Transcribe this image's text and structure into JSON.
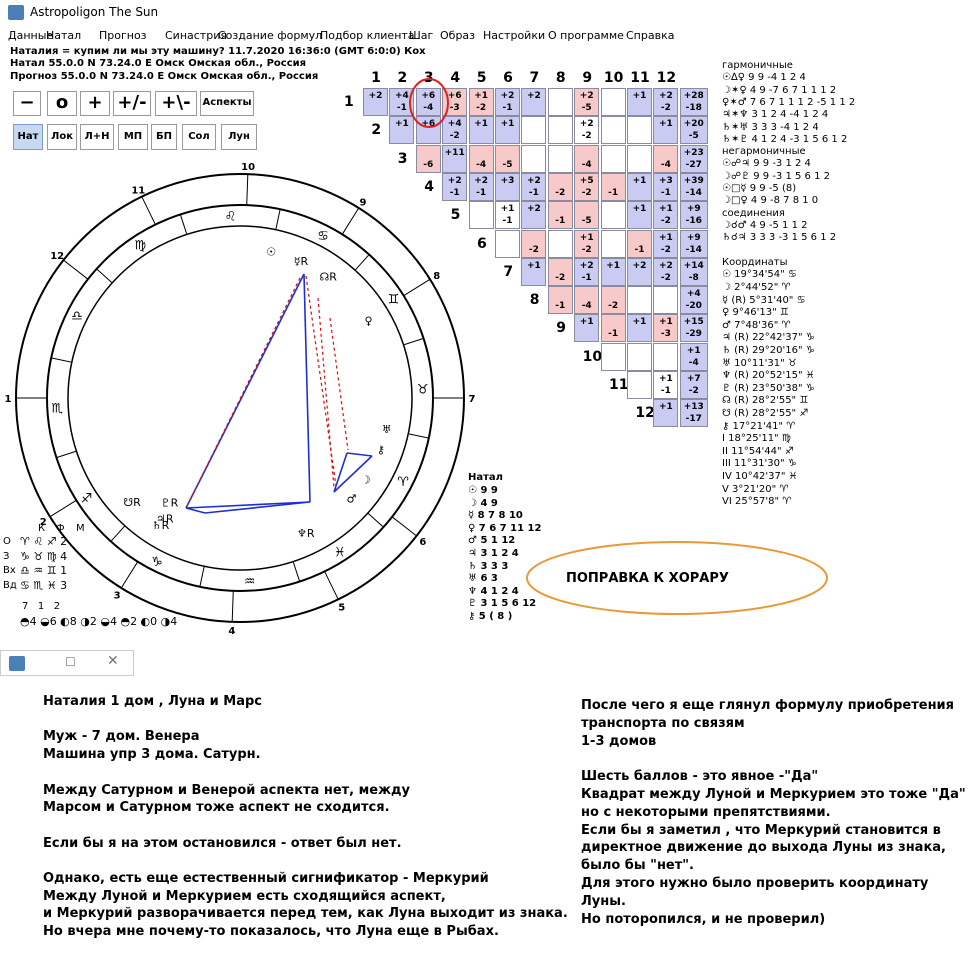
{
  "app": {
    "title": "Astropoligon The Sun",
    "menu": [
      "Данные",
      "Натал",
      "Прогноз",
      "Синастрия",
      "Создание формул",
      "Подбор клиента",
      "Шаг",
      "Образ",
      "Настройки",
      "О программе",
      "Справка"
    ]
  },
  "info": {
    "line1": "Наталия = купим ли мы эту машину?   11.7.2020 16:36:0 (GMT 6:0:0)     Кох",
    "line2": "Натал     55.0.0 N  73.24.0 E Омск Омская обл., Россия",
    "line3": "Прогноз   55.0.0 N  73.24.0 E Омск Омская обл., Россия"
  },
  "toolbar": {
    "big": [
      "−",
      "o",
      "+",
      "+/-",
      "+\\-",
      "Аспекты"
    ],
    "small": [
      "Нат",
      "Лок",
      "Л+Н",
      "МП",
      "БП",
      "Сол",
      "Лун"
    ]
  },
  "matrix": {
    "columns": [
      "1",
      "2",
      "3",
      "4",
      "5",
      "6",
      "7",
      "8",
      "9",
      "10",
      "11",
      "12"
    ],
    "rows": [
      "1",
      "2",
      "3",
      "4",
      "5",
      "6",
      "7",
      "8",
      "9",
      "10",
      "11",
      "12"
    ],
    "cells": [
      {
        "r": 1,
        "c": 1,
        "t": "+2",
        "b": "",
        "k": "b"
      },
      {
        "r": 1,
        "c": 2,
        "t": "+4",
        "b": "-1",
        "k": "b"
      },
      {
        "r": 1,
        "c": 3,
        "t": "+6",
        "b": "-4",
        "k": "b"
      },
      {
        "r": 1,
        "c": 4,
        "t": "+6",
        "b": "-3",
        "k": "p"
      },
      {
        "r": 1,
        "c": 5,
        "t": "+1",
        "b": "-2",
        "k": "p"
      },
      {
        "r": 1,
        "c": 6,
        "t": "+2",
        "b": "-1",
        "k": "b"
      },
      {
        "r": 1,
        "c": 7,
        "t": "+2",
        "b": "",
        "k": "b"
      },
      {
        "r": 1,
        "c": 8,
        "t": "",
        "b": "",
        "k": "w"
      },
      {
        "r": 1,
        "c": 9,
        "t": "+2",
        "b": "-5",
        "k": "p"
      },
      {
        "r": 1,
        "c": 10,
        "t": "",
        "b": "",
        "k": "w"
      },
      {
        "r": 1,
        "c": 11,
        "t": "+1",
        "b": "",
        "k": "b"
      },
      {
        "r": 1,
        "c": 12,
        "t": "+2",
        "b": "-2",
        "k": "b"
      },
      {
        "r": 1,
        "c": 13,
        "t": "+28",
        "b": "-18",
        "k": "b"
      },
      {
        "r": 2,
        "c": 2,
        "t": "+1",
        "b": "",
        "k": "b"
      },
      {
        "r": 2,
        "c": 3,
        "t": "+6",
        "b": "",
        "k": "b"
      },
      {
        "r": 2,
        "c": 4,
        "t": "+4",
        "b": "-2",
        "k": "b"
      },
      {
        "r": 2,
        "c": 5,
        "t": "+1",
        "b": "",
        "k": "b"
      },
      {
        "r": 2,
        "c": 6,
        "t": "+1",
        "b": "",
        "k": "b"
      },
      {
        "r": 2,
        "c": 7,
        "t": "",
        "b": "",
        "k": "w"
      },
      {
        "r": 2,
        "c": 8,
        "t": "",
        "b": "",
        "k": "w"
      },
      {
        "r": 2,
        "c": 9,
        "t": "+2",
        "b": "-2",
        "k": "w"
      },
      {
        "r": 2,
        "c": 10,
        "t": "",
        "b": "",
        "k": "w"
      },
      {
        "r": 2,
        "c": 11,
        "t": "",
        "b": "",
        "k": "w"
      },
      {
        "r": 2,
        "c": 12,
        "t": "+1",
        "b": "",
        "k": "b"
      },
      {
        "r": 2,
        "c": 13,
        "t": "+20",
        "b": "-5",
        "k": "b"
      },
      {
        "r": 3,
        "c": 3,
        "t": "",
        "b": "-6",
        "k": "p"
      },
      {
        "r": 3,
        "c": 4,
        "t": "+11",
        "b": "",
        "k": "b"
      },
      {
        "r": 3,
        "c": 5,
        "t": "",
        "b": "-4",
        "k": "p"
      },
      {
        "r": 3,
        "c": 6,
        "t": "",
        "b": "-5",
        "k": "p"
      },
      {
        "r": 3,
        "c": 7,
        "t": "",
        "b": "",
        "k": "w"
      },
      {
        "r": 3,
        "c": 8,
        "t": "",
        "b": "",
        "k": "w"
      },
      {
        "r": 3,
        "c": 9,
        "t": "",
        "b": "-4",
        "k": "p"
      },
      {
        "r": 3,
        "c": 10,
        "t": "",
        "b": "",
        "k": "w"
      },
      {
        "r": 3,
        "c": 11,
        "t": "",
        "b": "",
        "k": "w"
      },
      {
        "r": 3,
        "c": 12,
        "t": "",
        "b": "-4",
        "k": "p"
      },
      {
        "r": 3,
        "c": 13,
        "t": "+23",
        "b": "-27",
        "k": "b"
      },
      {
        "r": 4,
        "c": 4,
        "t": "+2",
        "b": "-1",
        "k": "b"
      },
      {
        "r": 4,
        "c": 5,
        "t": "+2",
        "b": "-1",
        "k": "b"
      },
      {
        "r": 4,
        "c": 6,
        "t": "+3",
        "b": "",
        "k": "b"
      },
      {
        "r": 4,
        "c": 7,
        "t": "+2",
        "b": "-1",
        "k": "b"
      },
      {
        "r": 4,
        "c": 8,
        "t": "",
        "b": "-2",
        "k": "p"
      },
      {
        "r": 4,
        "c": 9,
        "t": "+5",
        "b": "-2",
        "k": "p"
      },
      {
        "r": 4,
        "c": 10,
        "t": "",
        "b": "-1",
        "k": "p"
      },
      {
        "r": 4,
        "c": 11,
        "t": "+1",
        "b": "",
        "k": "b"
      },
      {
        "r": 4,
        "c": 12,
        "t": "+3",
        "b": "-1",
        "k": "b"
      },
      {
        "r": 4,
        "c": 13,
        "t": "+39",
        "b": "-14",
        "k": "b"
      },
      {
        "r": 5,
        "c": 5,
        "t": "",
        "b": "",
        "k": "w"
      },
      {
        "r": 5,
        "c": 6,
        "t": "+1",
        "b": "-1",
        "k": "w"
      },
      {
        "r": 5,
        "c": 7,
        "t": "+2",
        "b": "",
        "k": "b"
      },
      {
        "r": 5,
        "c": 8,
        "t": "",
        "b": "-1",
        "k": "p"
      },
      {
        "r": 5,
        "c": 9,
        "t": "",
        "b": "-5",
        "k": "p"
      },
      {
        "r": 5,
        "c": 10,
        "t": "",
        "b": "",
        "k": "w"
      },
      {
        "r": 5,
        "c": 11,
        "t": "+1",
        "b": "",
        "k": "b"
      },
      {
        "r": 5,
        "c": 12,
        "t": "+1",
        "b": "-2",
        "k": "b"
      },
      {
        "r": 5,
        "c": 13,
        "t": "+9",
        "b": "-16",
        "k": "b"
      },
      {
        "r": 6,
        "c": 6,
        "t": "",
        "b": "",
        "k": "w"
      },
      {
        "r": 6,
        "c": 7,
        "t": "",
        "b": "-2",
        "k": "p"
      },
      {
        "r": 6,
        "c": 8,
        "t": "",
        "b": "",
        "k": "w"
      },
      {
        "r": 6,
        "c": 9,
        "t": "+1",
        "b": "-2",
        "k": "p"
      },
      {
        "r": 6,
        "c": 10,
        "t": "",
        "b": "",
        "k": "w"
      },
      {
        "r": 6,
        "c": 11,
        "t": "",
        "b": "-1",
        "k": "p"
      },
      {
        "r": 6,
        "c": 12,
        "t": "+1",
        "b": "-2",
        "k": "b"
      },
      {
        "r": 6,
        "c": 13,
        "t": "+9",
        "b": "-14",
        "k": "b"
      },
      {
        "r": 7,
        "c": 7,
        "t": "+1",
        "b": "",
        "k": "b"
      },
      {
        "r": 7,
        "c": 8,
        "t": "",
        "b": "-2",
        "k": "p"
      },
      {
        "r": 7,
        "c": 9,
        "t": "+2",
        "b": "-1",
        "k": "b"
      },
      {
        "r": 7,
        "c": 10,
        "t": "+1",
        "b": "",
        "k": "b"
      },
      {
        "r": 7,
        "c": 11,
        "t": "+2",
        "b": "",
        "k": "b"
      },
      {
        "r": 7,
        "c": 12,
        "t": "+2",
        "b": "-2",
        "k": "b"
      },
      {
        "r": 7,
        "c": 13,
        "t": "+14",
        "b": "-8",
        "k": "b"
      },
      {
        "r": 8,
        "c": 8,
        "t": "",
        "b": "-1",
        "k": "p"
      },
      {
        "r": 8,
        "c": 9,
        "t": "",
        "b": "-4",
        "k": "p"
      },
      {
        "r": 8,
        "c": 10,
        "t": "",
        "b": "-2",
        "k": "p"
      },
      {
        "r": 8,
        "c": 11,
        "t": "",
        "b": "",
        "k": "w"
      },
      {
        "r": 8,
        "c": 12,
        "t": "",
        "b": "",
        "k": "w"
      },
      {
        "r": 8,
        "c": 13,
        "t": "+4",
        "b": "-20",
        "k": "b"
      },
      {
        "r": 9,
        "c": 9,
        "t": "+1",
        "b": "",
        "k": "b"
      },
      {
        "r": 9,
        "c": 10,
        "t": "",
        "b": "-1",
        "k": "p"
      },
      {
        "r": 9,
        "c": 11,
        "t": "+1",
        "b": "",
        "k": "b"
      },
      {
        "r": 9,
        "c": 12,
        "t": "+1",
        "b": "-3",
        "k": "p"
      },
      {
        "r": 9,
        "c": 13,
        "t": "+15",
        "b": "-29",
        "k": "b"
      },
      {
        "r": 10,
        "c": 10,
        "t": "",
        "b": "",
        "k": "w"
      },
      {
        "r": 10,
        "c": 11,
        "t": "",
        "b": "",
        "k": "w"
      },
      {
        "r": 10,
        "c": 12,
        "t": "",
        "b": "",
        "k": "w"
      },
      {
        "r": 10,
        "c": 13,
        "t": "+1",
        "b": "-4",
        "k": "b"
      },
      {
        "r": 11,
        "c": 11,
        "t": "",
        "b": "",
        "k": "w"
      },
      {
        "r": 11,
        "c": 12,
        "t": "+1",
        "b": "-1",
        "k": "w"
      },
      {
        "r": 11,
        "c": 13,
        "t": "+7",
        "b": "-2",
        "k": "b"
      },
      {
        "r": 12,
        "c": 12,
        "t": "+1",
        "b": "",
        "k": "b"
      },
      {
        "r": 12,
        "c": 13,
        "t": "+13",
        "b": "-17",
        "k": "b"
      }
    ]
  },
  "right_panel": {
    "lines": [
      {
        "t": "гармоничные",
        "h": true
      },
      {
        "t": "☉∆♀ 9 9 -4 1 2 4"
      },
      {
        "t": "☽✶♀ 4 9 -7 6 7 1 1 1 2"
      },
      {
        "t": "♀✶♂ 7 6 7 1 1 1 2 -5 1 1 2"
      },
      {
        "t": "♃✶♆ 3 1 2 4 -4 1 2 4"
      },
      {
        "t": "♄✶♅ 3 3 3 -4 1 2 4"
      },
      {
        "t": "♄✶♇ 4 1 2 4 -3 1 5 6 1 2"
      },
      {
        "t": "негармоничные",
        "h": true
      },
      {
        "t": "☉☍♃ 9 9 -3 1 2 4"
      },
      {
        "t": "☽☍♇ 9 9 -3 1 5 6 1 2"
      },
      {
        "t": "☉□☿ 9 9 -5 (8)"
      },
      {
        "t": "☽□♀ 4 9 -8 7 8 1 0"
      },
      {
        "t": "соединения",
        "h": true
      },
      {
        "t": "☽☌♂ 4 9 -5 1 1 2"
      },
      {
        "t": "♄☌♃ 3 3 3 -3 1 5 6 1 2"
      },
      {
        "t": "",
        "h": true
      },
      {
        "t": "Координаты",
        "h": true
      },
      {
        "t": "☉ 19°34'54\" ♋"
      },
      {
        "t": "☽ 2°44'52\" ♈"
      },
      {
        "t": "☿ (R) 5°31'40\" ♋"
      },
      {
        "t": "♀ 9°46'13\" ♊"
      },
      {
        "t": "♂ 7°48'36\" ♈"
      },
      {
        "t": "♃ (R) 22°42'37\" ♑"
      },
      {
        "t": "♄ (R) 29°20'16\" ♑"
      },
      {
        "t": "♅ 10°11'31\" ♉"
      },
      {
        "t": "♆ (R) 20°52'15\" ♓"
      },
      {
        "t": "♇ (R) 23°50'38\" ♑"
      },
      {
        "t": "☊ (R) 28°2'55\" ♊"
      },
      {
        "t": "☋ (R) 28°2'55\" ♐"
      },
      {
        "t": "⚷ 17°21'41\" ♈"
      },
      {
        "t": "I 18°25'11\" ♍"
      },
      {
        "t": "II 11°54'44\" ♐"
      },
      {
        "t": "III 11°31'30\" ♑"
      },
      {
        "t": "IV 10°42'37\" ♓"
      },
      {
        "t": "V 3°21'20\" ♈"
      },
      {
        "t": "VI 25°57'8\" ♈"
      }
    ]
  },
  "natal_list": {
    "title": "Натал",
    "lines": [
      "☉ 9 9",
      "☽ 4 9",
      "☿ 8 7 8 10",
      "♀ 7 6 7 11 12",
      "♂ 5 1 12",
      "♃ 3 1 2 4",
      "♄ 3 3 3",
      "♅ 6 3",
      "♆ 4 1 2 4",
      "♇ 3 1 5 6 12",
      "⚷ 5 ( 8 )"
    ]
  },
  "chart": {
    "houses": [
      "1",
      "2",
      "3",
      "4",
      "5",
      "6",
      "7",
      "8",
      "9",
      "10",
      "11",
      "12"
    ],
    "signs": [
      "♏",
      "♐",
      "♑",
      "♒",
      "♓",
      "♈",
      "♉",
      "♊",
      "♋",
      "♌",
      "♍",
      "♎"
    ],
    "planets": [
      "☉",
      "☽",
      "☿R",
      "♀",
      "♂",
      "♃R",
      "♄R",
      "♅",
      "♆R",
      "♇R",
      "☊R",
      "☋R",
      "⚷"
    ]
  },
  "legend": {
    "header": [
      "К",
      "Ф",
      "М"
    ],
    "rows": [
      {
        "l": "О",
        "s": "♈ ♌ ♐ 2"
      },
      {
        "l": "З",
        "s": "♑ ♉ ♍ 4"
      },
      {
        "l": "Вх",
        "s": "♎ ♒ ♊ 1"
      },
      {
        "l": "Вд",
        "s": "♋ ♏ ♓ 3"
      }
    ],
    "counts": "7   1   2",
    "phases": "◓4 ◒6 ◐8 ◑2 ◒4 ◓2 ◐0 ◑4"
  },
  "annotation": {
    "oval_text": "ПОПРАВКА К ХОРАРУ"
  },
  "notes": {
    "left": [
      "Наталия 1 дом , Луна и Марс",
      "",
      "Муж - 7 дом. Венера",
      "Машина  упр 3 дома. Сатурн.",
      "",
      "Между Сатурном и Венерой аспекта нет, между",
      "Марсом и Сатурном тоже аспект не сходится.",
      "",
      "Если бы я на этом остановился - ответ был нет.",
      "",
      "Однако, есть еще естественный сигнификатор - Меркурий",
      "Между Луной и Меркурием есть сходящийся аспект,",
      "и Меркурий разворачивается  перед тем, как Луна выходит из знака.",
      "Но вчера мне почему-то показалось, что Луна еще в Рыбах."
    ],
    "right": [
      "После чего я еще глянул формулу приобретения",
      "транспорта по связям",
      "1-3 домов",
      "",
      "Шесть баллов - это явное -\"Да\"",
      "Квадрат между Луной и Меркурием это тоже \"Да\"",
      "но с некоторыми препятствиями.",
      "Если бы я заметил , что Меркурий становится в",
      "директное движение до выхода Луны из знака,",
      "было бы \"нет\".",
      "Для этого нужно было проверить координату",
      "Луны.",
      "Но поторопился, и не проверил)"
    ]
  },
  "colors": {
    "positive": "#c9cbf2",
    "negative": "#f8c9c9",
    "accent_blue": "#1f2fd0",
    "accent_red": "#d01010",
    "oval": "#e89a3a",
    "circle": "#e02020"
  }
}
